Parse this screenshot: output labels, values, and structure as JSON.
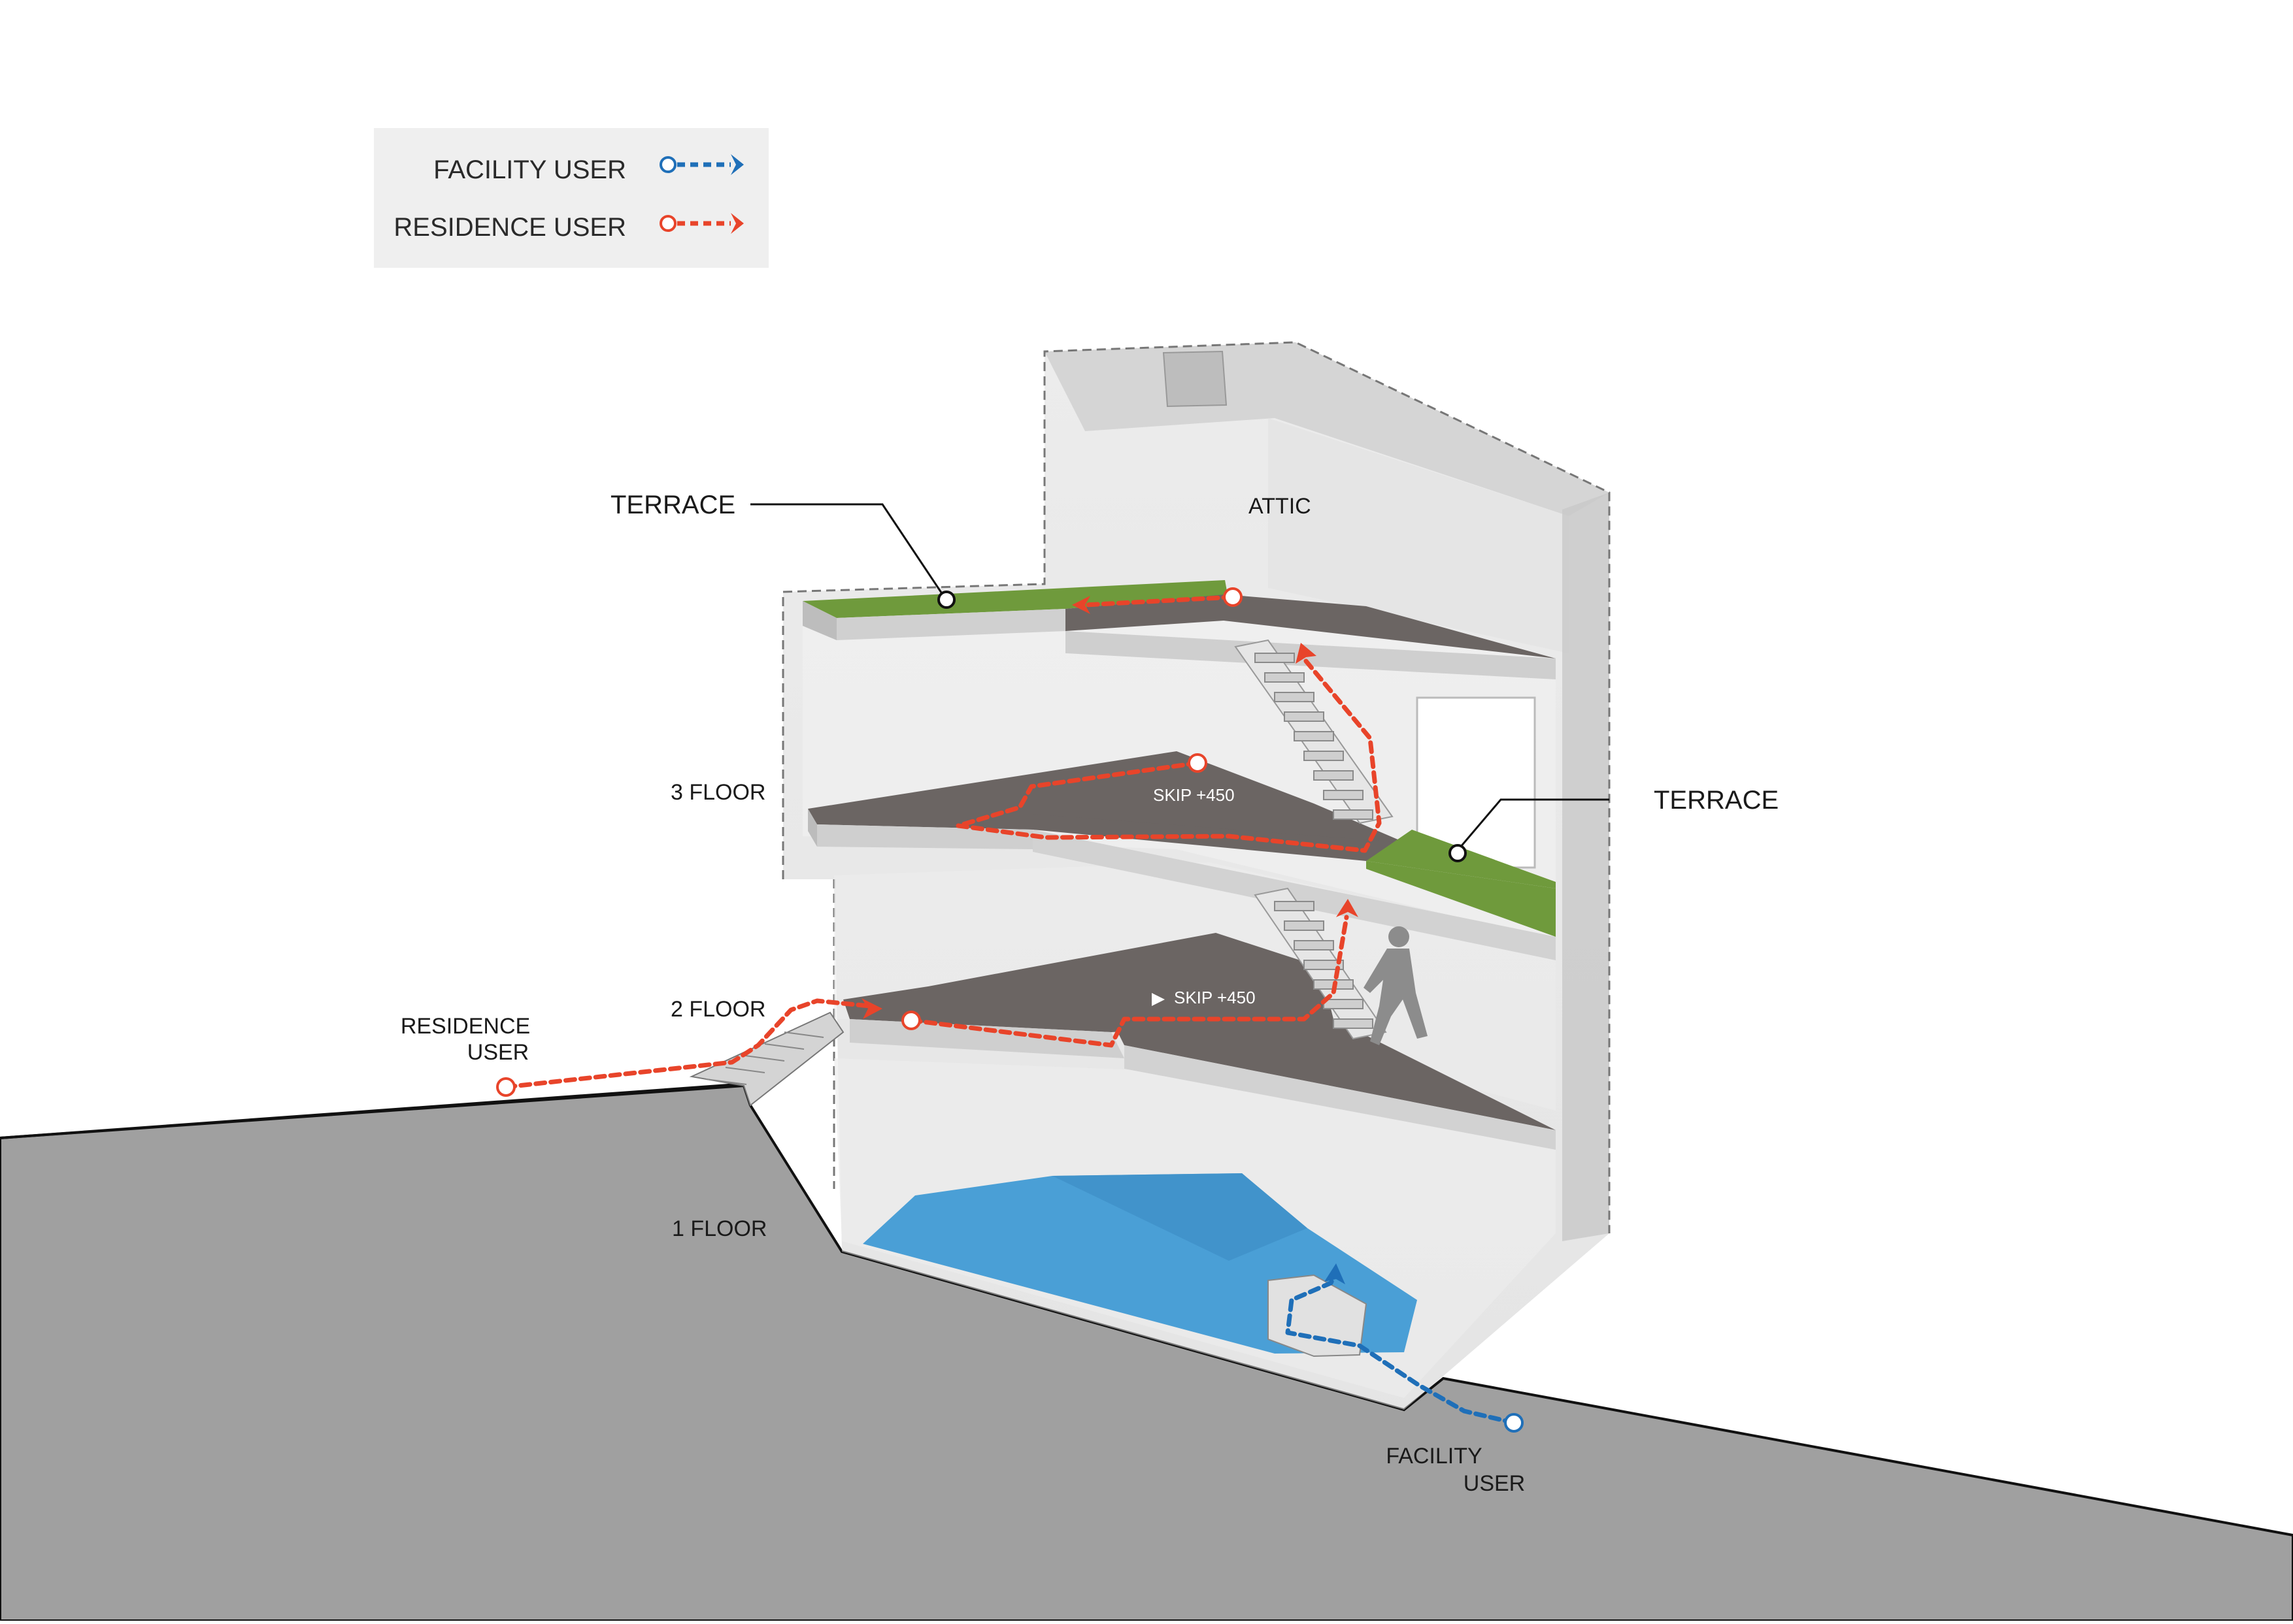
{
  "legend": {
    "facility_label": "FACILITY USER",
    "residence_label": "RESIDENCE USER",
    "facility_color": "#1f6fb8",
    "residence_color": "#e8442a"
  },
  "labels": {
    "terrace_upper": "TERRACE",
    "attic": "ATTIC",
    "terrace_lower": "TERRACE",
    "floor3": "3 FLOOR",
    "floor2": "2 FLOOR",
    "floor1": "1 FLOOR",
    "skip_upper": "SKIP +450",
    "skip_lower": "SKIP +450",
    "residence_user_line1": "RESIDENCE",
    "residence_user_line2": "USER",
    "facility_user_line1": "FACILITY",
    "facility_user_line2": "USER"
  },
  "colors": {
    "ground": "#a0a0a0",
    "slab_dark": "#6b6563",
    "terrace_green": "#6f9a3c",
    "pool_blue": "#4a9fd6",
    "glass": "#d9d9d9",
    "legend_bg": "#efefef"
  },
  "icons": {
    "route_start": "circle-marker-icon",
    "route_end": "chevron-arrow-icon",
    "person": "walking-person-icon"
  }
}
